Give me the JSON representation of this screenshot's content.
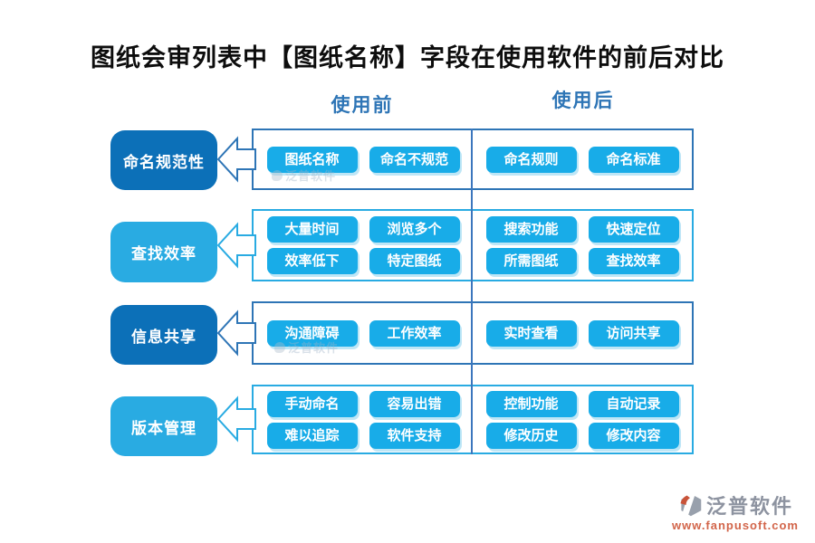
{
  "title": "图纸会审列表中【图纸名称】字段在使用软件的前后对比",
  "columns": {
    "before": "使用前",
    "after": "使用后"
  },
  "colors": {
    "dark_blue": "#0c70b8",
    "light_blue": "#29abe2",
    "chip_blue": "#18ace8",
    "divider_blue": "#3b76bd",
    "header_text": "#2e75b6",
    "brand_gray": "#8d93a0",
    "brand_orange": "#d2654a"
  },
  "rows": [
    {
      "label": "命名规范性",
      "tone": "dark",
      "before": [
        "图纸名称",
        "命名不规范"
      ],
      "after": [
        "命名规则",
        "命名标准"
      ]
    },
    {
      "label": "查找效率",
      "tone": "light",
      "before": [
        "大量时间",
        "浏览多个",
        "效率低下",
        "特定图纸"
      ],
      "after": [
        "搜索功能",
        "快速定位",
        "所需图纸",
        "查找效率"
      ]
    },
    {
      "label": "信息共享",
      "tone": "dark",
      "before": [
        "沟通障碍",
        "工作效率"
      ],
      "after": [
        "实时查看",
        "访问共享"
      ]
    },
    {
      "label": "版本管理",
      "tone": "light",
      "before": [
        "手动命名",
        "容易出错",
        "难以追踪",
        "软件支持"
      ],
      "after": [
        "控制功能",
        "自动记录",
        "修改历史",
        "修改内容"
      ]
    }
  ],
  "watermark": "泛普软件",
  "footer": {
    "brand": "泛普软件",
    "url": "www.fanpusoft.com"
  }
}
